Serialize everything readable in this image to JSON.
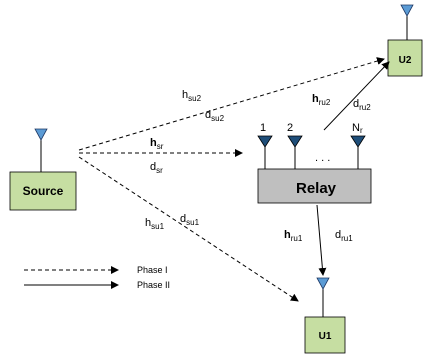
{
  "nodes": {
    "source": "Source",
    "relay": "Relay",
    "u1": "U1",
    "u2": "U2"
  },
  "relay_antennas": {
    "first": "1",
    "second": "2",
    "dots": ". . .",
    "last": "N",
    "last_sub": "r"
  },
  "links": {
    "su2": {
      "h": "h",
      "h_sub": "su2",
      "d": "d",
      "d_sub": "su2"
    },
    "sr": {
      "h": "h",
      "h_sub": "sr",
      "d": "d",
      "d_sub": "sr"
    },
    "su1": {
      "h": "h",
      "h_sub": "su1",
      "d": "d",
      "d_sub": "su1"
    },
    "ru2": {
      "h": "h",
      "h_sub": "ru2",
      "d": "d",
      "d_sub": "ru2"
    },
    "ru1": {
      "h": "h",
      "h_sub": "ru1",
      "d": "d",
      "d_sub": "ru1"
    }
  },
  "legend": {
    "phase1": "Phase I",
    "phase2": "Phase II"
  },
  "colors": {
    "node_fill": "#c6dea2",
    "relay_fill": "#bfbfbf",
    "antenna_single": "#5b9bd5",
    "antenna_relay": "#1f4e79"
  }
}
